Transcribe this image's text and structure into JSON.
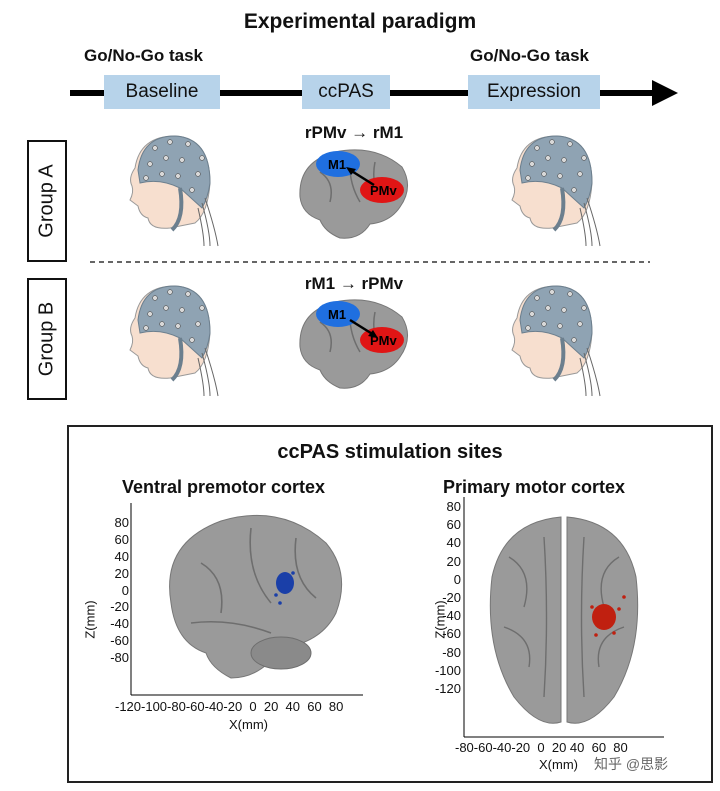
{
  "title": "Experimental paradigm",
  "timeline": {
    "task_left": "Go/No-Go task",
    "task_right": "Go/No-Go task",
    "phases": [
      "Baseline",
      "ccPAS",
      "Expression"
    ]
  },
  "groups": [
    {
      "label": "Group A",
      "condition": "rPMv → rM1"
    },
    {
      "label": "Group B",
      "condition": "rM1 → rPMv"
    }
  ],
  "brain_labels": {
    "m1": "M1",
    "pmv": "PMv"
  },
  "colors": {
    "phase_bg": "#b7d3ea",
    "m1": "#1f6fe0",
    "pmv": "#e01515",
    "cap": "#8fa3b3",
    "brain": "#9a9a9a"
  },
  "sites": {
    "title": "ccPAS stimulation sites",
    "left": {
      "subtitle": "Ventral premotor cortex",
      "ylabel": "Z(mm)",
      "xlabel": "X(mm)",
      "yticks": [
        "80",
        "60",
        "40",
        "20",
        "0",
        "-20",
        "-40",
        "-60",
        "-80"
      ],
      "xticks": "-120-100-80-60-40-20  0  20  40  60  80"
    },
    "right": {
      "subtitle": "Primary motor cortex",
      "ylabel": "Z(mm)",
      "xlabel": "X(mm)",
      "yticks": [
        "80",
        "60",
        "40",
        "20",
        "0",
        "-20",
        "-40",
        "-60",
        "-80",
        "-100",
        "-120"
      ],
      "xticks": "-80-60-40-20  0  20 40  60  80"
    }
  },
  "watermark": "知乎 @思影"
}
